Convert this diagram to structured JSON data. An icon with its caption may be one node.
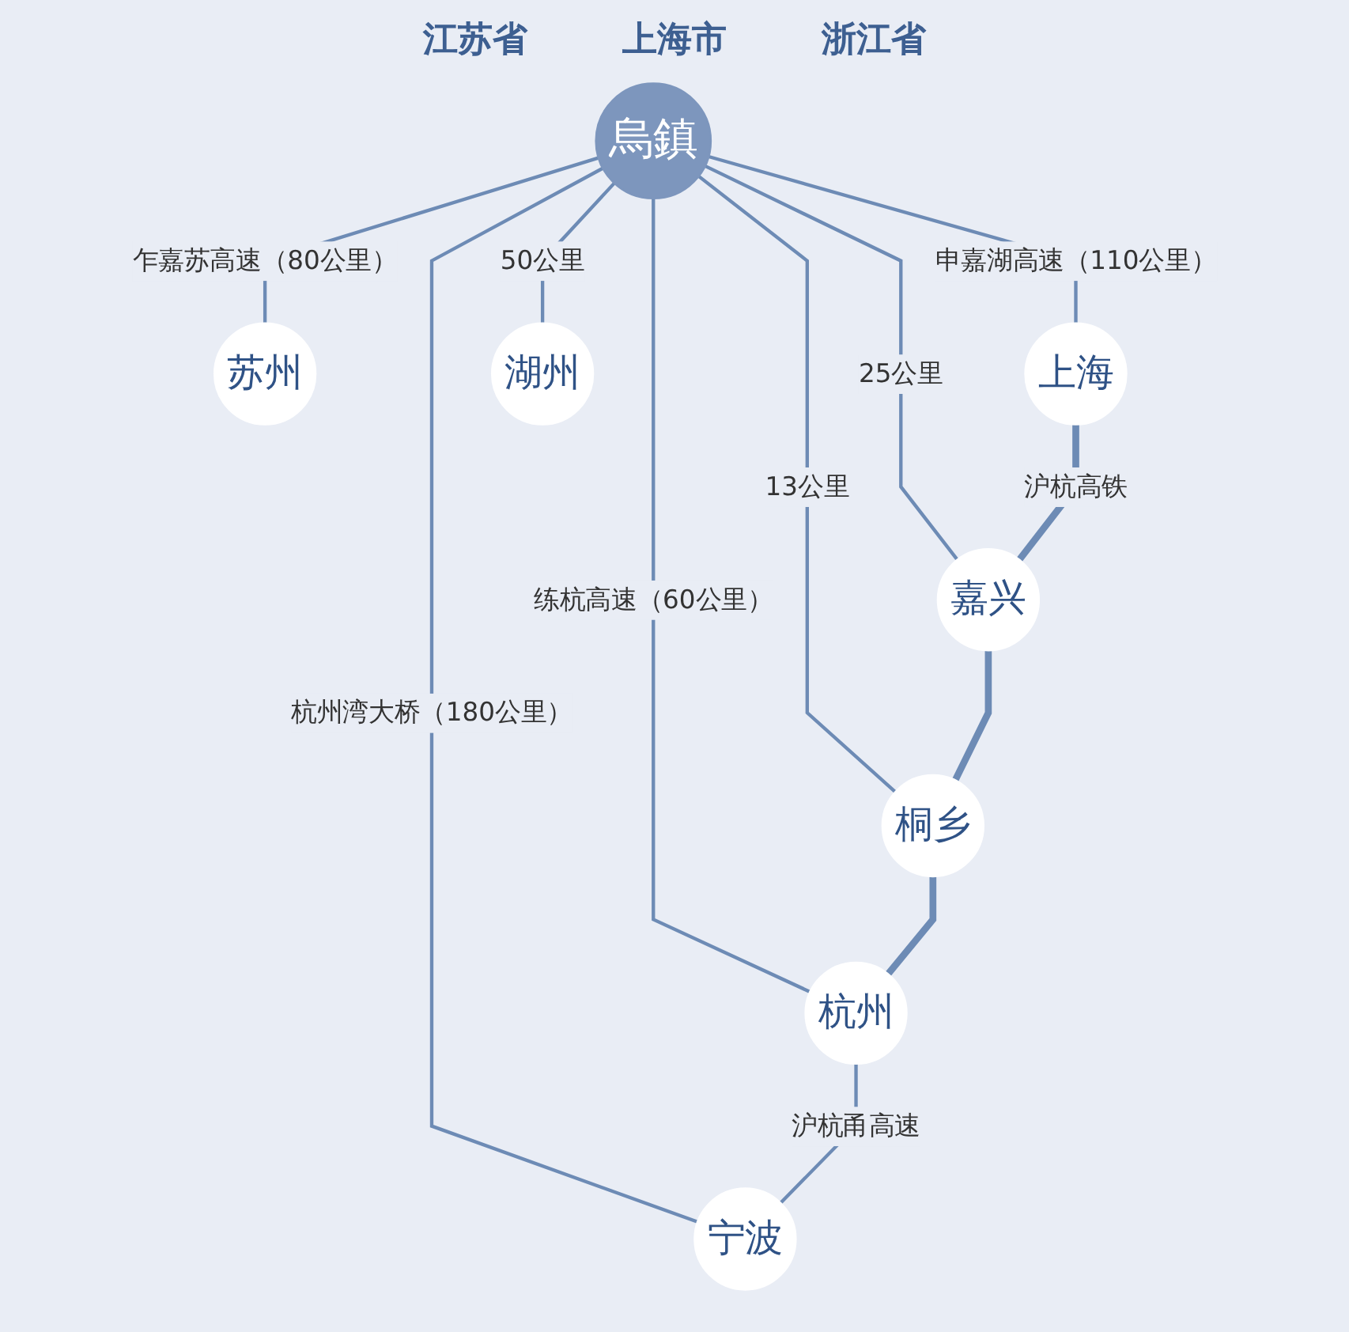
{
  "diagram": {
    "nodes": [
      {
        "text": [
          "苏州"
        ]
      },
      {
        "text": [
          "上海"
        ]
      },
      {
        "text": [
          "湖州"
        ]
      },
      {
        "text": [
          "烏鎮"
        ]
      },
      {
        "text": [
          "嘉兴"
        ]
      },
      {
        "text": [
          "桐乡"
        ]
      },
      {
        "text": [
          "杭州"
        ]
      },
      {
        "text": [
          "宁波"
        ]
      }
    ],
    "edges": [
      {
        "from": 3,
        "to": 0,
        "arrow": "none",
        "label": "乍嘉苏高速（80公里）"
      },
      {
        "from": 3,
        "to": 1,
        "arrow": "none",
        "label": "申嘉湖高速（110公里）"
      },
      {
        "from": 3,
        "to": 2,
        "arrow": "none",
        "label": "50公里"
      },
      {
        "from": 3,
        "to": 4,
        "arrow": "none",
        "label": "25公里"
      },
      {
        "from": 3,
        "to": 5,
        "arrow": "none",
        "label": "13公里"
      },
      {
        "from": 3,
        "to": 6,
        "arrow": "none",
        "label": "练杭高速（60公里）"
      },
      {
        "from": 3,
        "to": 7,
        "arrow": "none",
        "label": "杭州湾大桥（180公里）"
      },
      {
        "from": 6,
        "to": 7,
        "arrow": "none",
        "label": "沪杭甬高速"
      },
      {
        "from": 1,
        "to": 4,
        "arrow": "none",
        "label": "沪杭高铁",
        "style": "thick"
      },
      {
        "from": 4,
        "to": 5,
        "arrow": "none",
        "style": "thick"
      },
      {
        "from": 5,
        "to": 6,
        "arrow": "none",
        "style": "thick"
      }
    ],
    "labels": [
      "江苏省",
      "上海市",
      "浙江省"
    ]
  }
}
